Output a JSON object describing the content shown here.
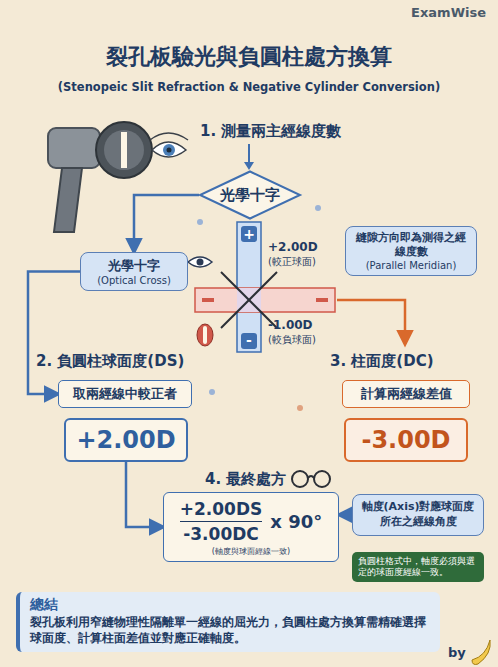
{
  "diagram": {
    "title": "裂孔板驗光與負圓柱處方換算",
    "nodes": [
      {
        "text": [
          "光學十字"
        ]
      },
      {
        "text": [
          "光學十字",
          "(Optical Cross)"
        ]
      },
      {
        "text": [
          "縫隙方向即為測得之經線度數",
          "(Parallel Meridian)"
        ]
      },
      {
        "text": [
          "取兩經線中較正者"
        ]
      },
      {
        "text": [
          "+2.00D"
        ]
      },
      {
        "text": [
          "計算兩經線差值"
        ]
      },
      {
        "text": [
          "-3.00D"
        ]
      },
      {
        "text": [
          "+2.00DS",
          "-3.00DC",
          "x 90°",
          "(軸度與球面經線一致)"
        ]
      },
      {
        "text": [
          "軸度(Axis)對應球面度所在之經線角度"
        ]
      },
      {
        "text": [
          "負圓柱格式中，軸度必須與選定的球面度經線一致。"
        ]
      },
      {
        "text": [
          "總結",
          "裂孔板利用窄縫物理性隔離單一經線的屈光力，負圓柱處方換算需精確選擇球面度、計算柱面差值並對應正確軸度。"
        ]
      }
    ],
    "edges": [
      {
        "from": 0,
        "to": 1,
        "arrow": "to"
      },
      {
        "from": 1,
        "to": 3,
        "arrow": "to"
      },
      {
        "from": 4,
        "to": 7,
        "arrow": "to"
      },
      {
        "from": 8,
        "to": 7,
        "arrow": "to"
      }
    ],
    "labels": [
      "ExamWise",
      "(Stenopeic Slit Refraction & Negative Cylinder Conversion)",
      "1. 測量兩主經線度數",
      "+",
      "+2.00D",
      "(較正球面)",
      "-",
      "-1.00D",
      "(較負球面)",
      "2. 負圓柱球面度(DS)",
      "3. 柱面度(DC)",
      "4. 最終處方",
      "by"
    ]
  }
}
